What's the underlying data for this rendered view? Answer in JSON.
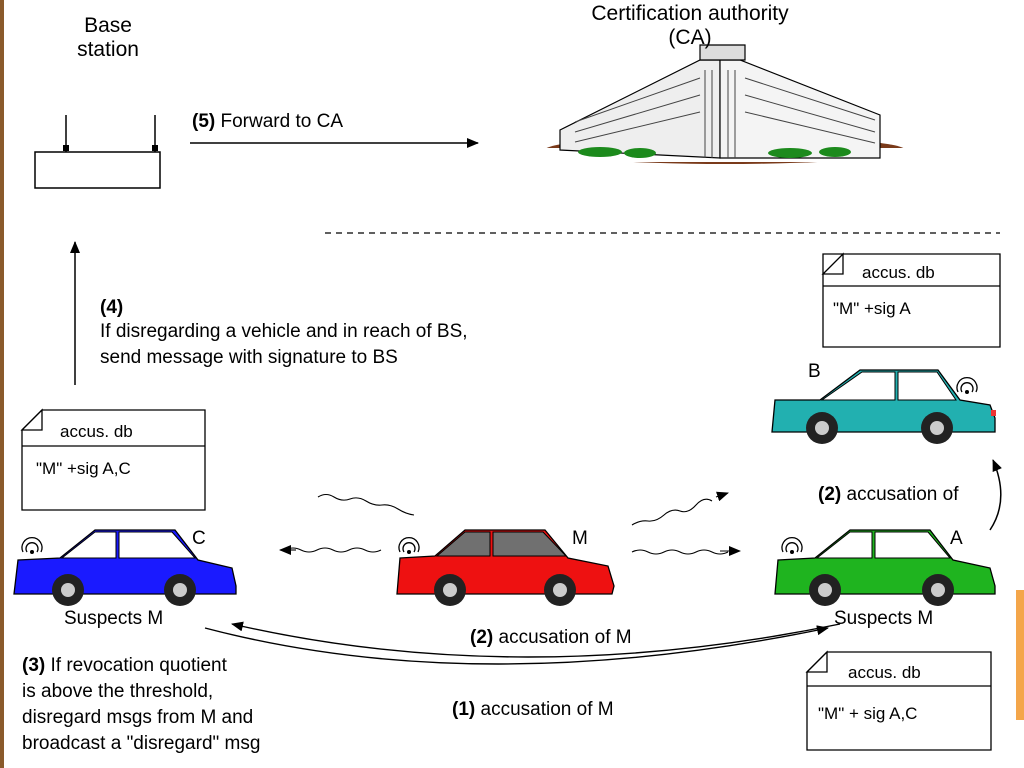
{
  "colors": {
    "edge_strip": "#8a5a2b",
    "orange_bar": "#f4a64a",
    "car_c": "#1a1aff",
    "car_m": "#ee1111",
    "car_m_roof": "#707070",
    "car_a": "#1fb41f",
    "car_b": "#22b0b0"
  },
  "base_station": {
    "title": "Base\nstation"
  },
  "ca": {
    "title": "Certification authority\n(CA)"
  },
  "step5": {
    "num": "(5)",
    "text": " Forward to CA"
  },
  "step4": {
    "num": "(4)",
    "line1": "If disregarding a vehicle and in reach of BS,",
    "line2": "send message with signature to BS"
  },
  "step3": {
    "num": "(3)",
    "line1": " If revocation quotient",
    "line2": "is above the threshold,",
    "line3": "disregard msgs from M and",
    "line4": "broadcast a \"disregard\" msg"
  },
  "step2_bottom": {
    "num": "(2)",
    "text": " accusation of M"
  },
  "step1_bottom": {
    "num": "(1)",
    "text": " accusation of M"
  },
  "step2_right": {
    "num": "(2)",
    "text": " accusation of"
  },
  "db_b": {
    "header": "accus. db",
    "content": "\"M\" +sig A"
  },
  "db_c": {
    "header": "accus. db",
    "content": "\"M\" +sig A,C"
  },
  "db_a": {
    "header": "accus. db",
    "content": "\"M\" + sig A,C"
  },
  "cars": {
    "c": {
      "label": "C",
      "caption": "Suspects M"
    },
    "m": {
      "label": "M"
    },
    "a": {
      "label": "A",
      "caption": "Suspects M"
    },
    "b": {
      "label": "B"
    }
  },
  "icons": [
    "antenna-icon",
    "office-building-icon",
    "car-icon",
    "signal-waves-icon",
    "document-icon"
  ]
}
